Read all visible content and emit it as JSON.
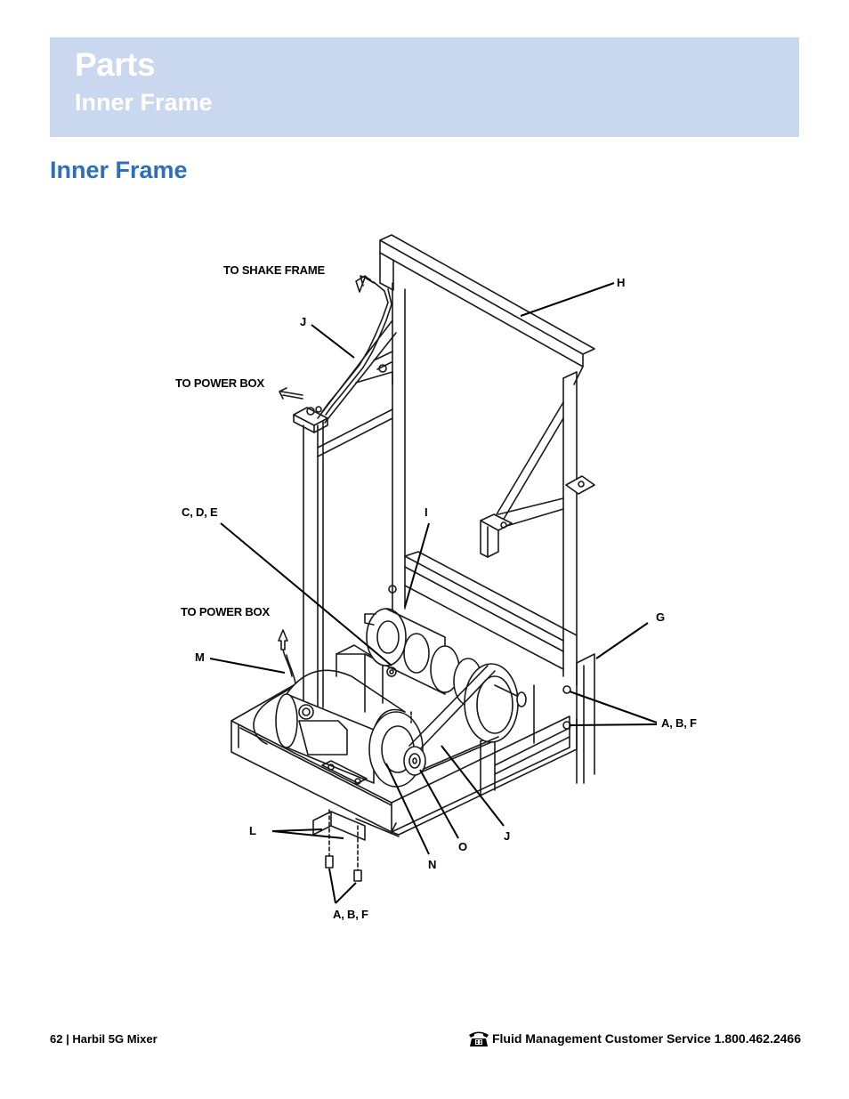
{
  "header": {
    "title": "Parts",
    "subtitle": "Inner Frame"
  },
  "section": {
    "title": "Inner Frame"
  },
  "diagram": {
    "labels": {
      "to_shake_frame": "TO SHAKE FRAME",
      "h": "H",
      "j_top": "J",
      "to_power_box_top": "TO POWER BOX",
      "cde": "C, D, E",
      "i": "I",
      "to_power_box_mid": "TO POWER BOX",
      "g": "G",
      "m": "M",
      "abf_right": "A, B, F",
      "l": "L",
      "o": "O",
      "j_bottom": "J",
      "n": "N",
      "abf_bottom": "A, B, F"
    }
  },
  "footer": {
    "page_label": "62 | Harbil 5G Mixer",
    "service_text": "Fluid Management Customer Service 1.800.462.2466",
    "phone_icon": "telephone-icon"
  }
}
